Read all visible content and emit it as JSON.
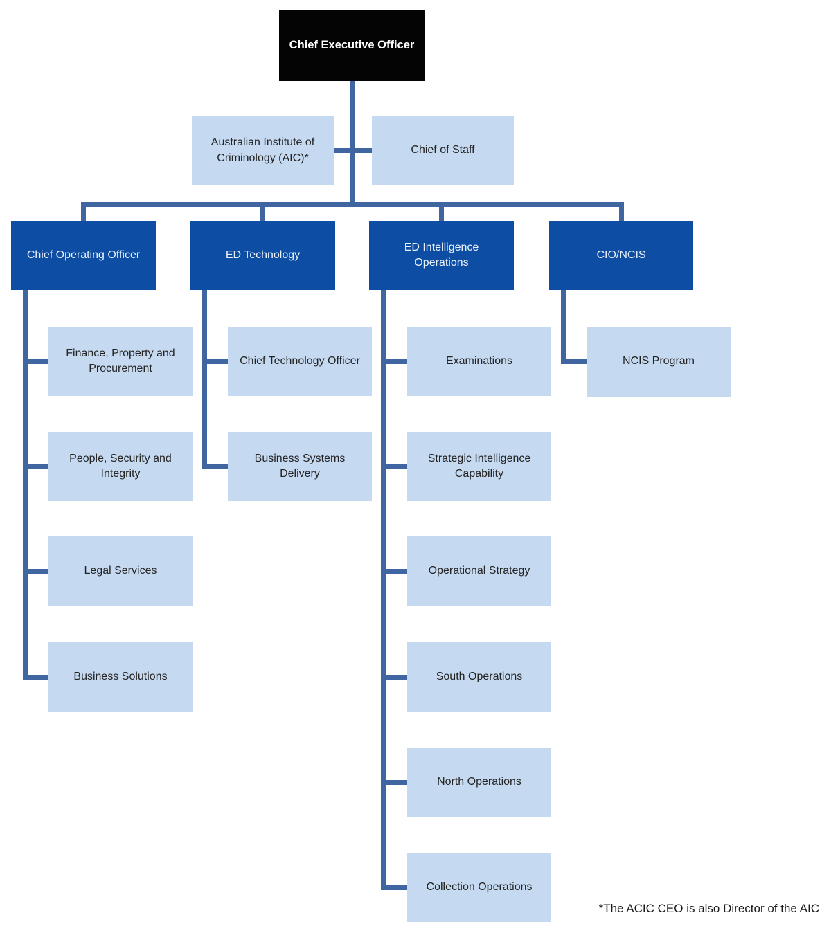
{
  "org": {
    "ceo": {
      "label": "Chief Executive Officer"
    },
    "staff_boxes": [
      {
        "label": "Australian Institute of Criminology (AIC)*"
      },
      {
        "label": "Chief of Staff"
      }
    ],
    "branches": [
      {
        "label": "Chief Operating Officer",
        "children": [
          "Finance, Property and Procurement",
          "People, Security and Integrity",
          "Legal Services",
          "Business Solutions"
        ]
      },
      {
        "label": "ED Technology",
        "children": [
          "Chief Technology Officer",
          "Business Systems Delivery"
        ]
      },
      {
        "label": "ED Intelligence Operations",
        "children": [
          "Examinations",
          "Strategic Intelligence Capability",
          "Operational Strategy",
          "South Operations",
          "North Operations",
          "Collection Operations"
        ]
      },
      {
        "label": "CIO/NCIS",
        "children": [
          "NCIS Program"
        ]
      }
    ],
    "footnote": "*The ACIC CEO is also Director of the AIC"
  },
  "colors": {
    "ceo_box": "#040404",
    "branch_box": "#0d4da3",
    "child_box": "#c5d9f1",
    "connector": "#3f66a0",
    "background": "#ffffff"
  }
}
